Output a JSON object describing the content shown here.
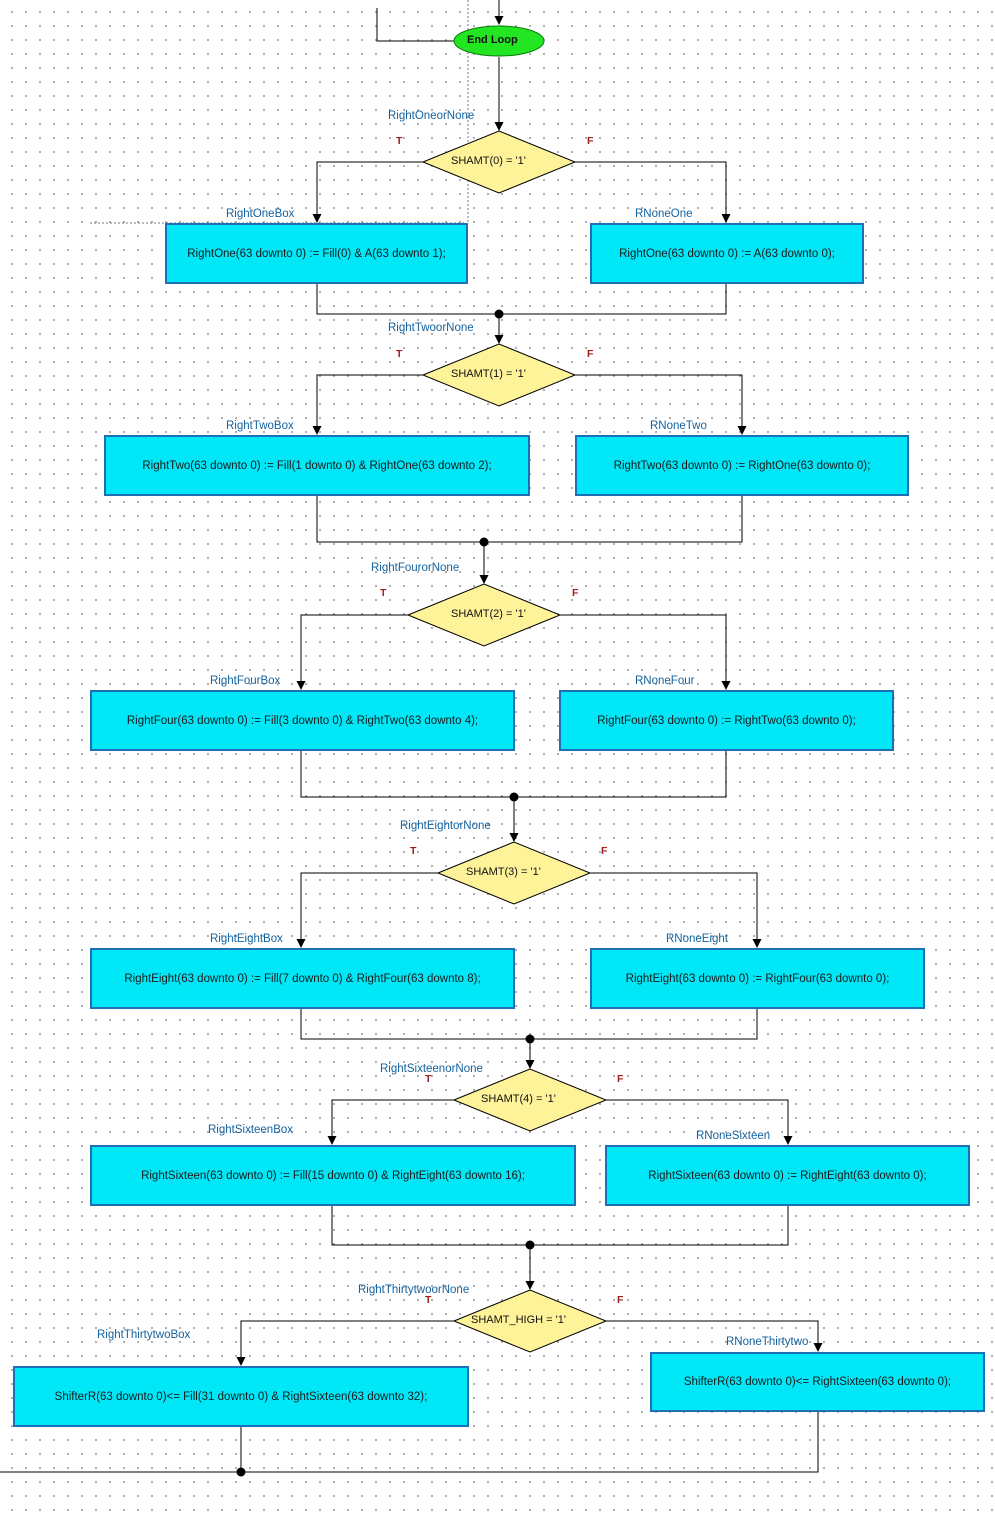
{
  "end_loop": {
    "label": "End Loop"
  },
  "decisions": [
    {
      "name": "RightOneorNone",
      "condition": "SHAMT(0) = '1'",
      "true_label": "T",
      "false_label": "F"
    },
    {
      "name": "RightTwoorNone",
      "condition": "SHAMT(1) = '1'",
      "true_label": "T",
      "false_label": "F"
    },
    {
      "name": "RightFourorNone",
      "condition": "SHAMT(2) = '1'",
      "true_label": "T",
      "false_label": "F"
    },
    {
      "name": "RightEightorNone",
      "condition": "SHAMT(3) = '1'",
      "true_label": "T",
      "false_label": "F"
    },
    {
      "name": "RightSixteenorNone",
      "condition": "SHAMT(4) = '1'",
      "true_label": "T",
      "false_label": "F"
    },
    {
      "name": "RightThirtytwoorNone",
      "condition": "SHAMT_HIGH = '1'",
      "true_label": "T",
      "false_label": "F"
    }
  ],
  "boxes": [
    {
      "name": "RightOneBox",
      "code": "RightOne(63 downto 0) := Fill(0) & A(63 downto 1);"
    },
    {
      "name": "RNoneOne",
      "code": "RightOne(63 downto 0) := A(63 downto 0);"
    },
    {
      "name": "RightTwoBox",
      "code": "RightTwo(63 downto 0) := Fill(1 downto 0) & RightOne(63 downto 2);"
    },
    {
      "name": "RNoneTwo",
      "code": "RightTwo(63 downto 0) := RightOne(63 downto 0);"
    },
    {
      "name": "RightFourBox",
      "code": "RightFour(63 downto 0) := Fill(3 downto 0) & RightTwo(63 downto 4);"
    },
    {
      "name": "RNoneFour",
      "code": "RightFour(63 downto 0) := RightTwo(63 downto 0);"
    },
    {
      "name": "RightEightBox",
      "code": "RightEight(63 downto 0) := Fill(7 downto 0) & RightFour(63 downto 8);"
    },
    {
      "name": "RNoneEight",
      "code": "RightEight(63 downto 0) := RightFour(63 downto 0);"
    },
    {
      "name": "RightSixteenBox",
      "code": "RightSixteen(63 downto 0) := Fill(15 downto 0) & RightEight(63 downto 16);"
    },
    {
      "name": "RNoneSixteen",
      "code": "RightSixteen(63 downto 0) := RightEight(63 downto 0);"
    },
    {
      "name": "RightThirtytwoBox",
      "code": "ShifterR(63 downto 0)<= Fill(31 downto 0) & RightSixteen(63 downto 32);"
    },
    {
      "name": "RNoneThirtytwo",
      "code": "ShifterR(63 downto 0)<= RightSixteen(63 downto 0);"
    }
  ],
  "colors": {
    "action_box_fill": "#00e8f8",
    "action_box_border": "#1d6fb8",
    "decision_fill": "#fff39a",
    "end_loop_fill": "#22e622",
    "label_text": "#14629e",
    "true_false_text": "#a02020"
  }
}
